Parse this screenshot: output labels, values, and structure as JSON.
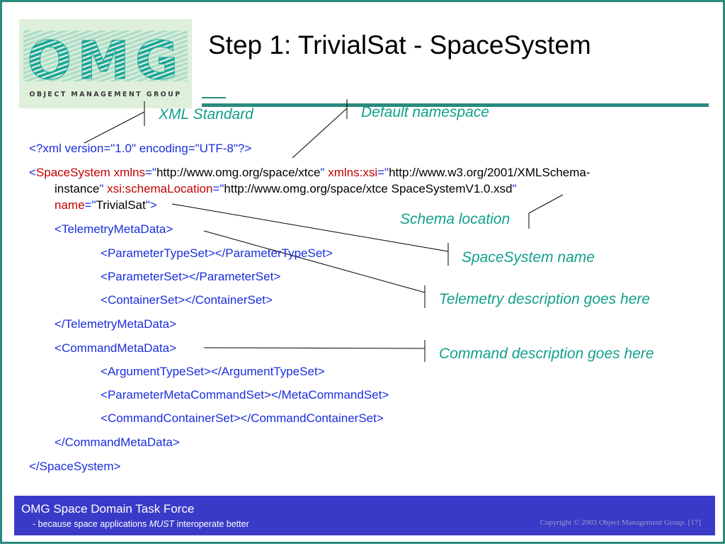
{
  "logo": {
    "letters": "OMG",
    "caption": "OBJECT MANAGEMENT GROUP",
    "color": "#1aa59a"
  },
  "title": "Step 1: TrivialSat - SpaceSystem",
  "annotations": {
    "xml_standard": "XML Standard",
    "default_namespace": "Default namespace",
    "schema_location": "Schema location",
    "spacesystem_name": "SpaceSystem name",
    "telemetry_description": "Telemetry description goes here",
    "command_description": "Command description goes here"
  },
  "code": {
    "xml_decl": "<?xml version=\"1.0\" encoding=\"UTF-8\"?>",
    "spacesystem_open": {
      "lt": "<",
      "tag": "SpaceSystem",
      "attr1_name": "xmlns",
      "eq_q": "=\"",
      "attr1_value": "http://www.omg.org/space/xtce",
      "q": "\"",
      "attr2_name": "xmlns:xsi",
      "attr2_value_a": "http://www.w3.org/2001/XMLSchema-",
      "attr2_value_b": "instance",
      "attr3_name": "xsi:schemaLocation",
      "attr3_value": "http://www.omg.org/space/xtce SpaceSystemV1.0.xsd",
      "attr4_name": "name",
      "attr4_value": "TrivialSat",
      "close": "\">"
    },
    "lines": [
      {
        "lt": "<",
        "tag": "TelemetryMetaData",
        "gt": ">"
      },
      {
        "lt": "<",
        "tag": "ParameterTypeSet",
        "mid": "></",
        "tag2": "ParameterTypeSet",
        "gt": ">"
      },
      {
        "lt": "<",
        "tag": "ParameterSet",
        "mid": "></",
        "tag2": "ParameterSet",
        "gt": ">"
      },
      {
        "lt": "<",
        "tag": "ContainerSet",
        "mid": "></",
        "tag2": "ContainerSet",
        "gt": ">"
      },
      {
        "lt": "</",
        "tag": "TelemetryMetaData",
        "gt": ">"
      },
      {
        "lt": "<",
        "tag": "CommandMetaData",
        "gt": ">"
      },
      {
        "lt": "<",
        "tag": "ArgumentTypeSet",
        "mid": "></",
        "tag2": "ArgumentTypeSet",
        "gt": ">"
      },
      {
        "lt": "<",
        "tag": "ParameterMetaCommandSet",
        "mid": "></",
        "tag2": "MetaCommandSet",
        "gt": ">"
      },
      {
        "lt": "<",
        "tag": "CommandContainerSet",
        "mid": "></",
        "tag2": "CommandContainerSet",
        "gt": ">"
      },
      {
        "lt": "</",
        "tag": "CommandMetaData",
        "gt": ">"
      },
      {
        "lt": "</",
        "tag": "SpaceSystem",
        "gt": ">"
      }
    ]
  },
  "footer": {
    "org": "OMG Space Domain Task Force",
    "tagline_pre": "- because space applications ",
    "tagline_em": "MUST",
    "tagline_post": " interoperate better",
    "copyright": "Copyright © 2003 Object Management Group. [17]"
  },
  "colors": {
    "border": "#2a8a7e",
    "annotation": "#12a08a",
    "tag": "#1a2edc",
    "attribute": "#c00000",
    "footer_bg": "#3a3ac8"
  }
}
